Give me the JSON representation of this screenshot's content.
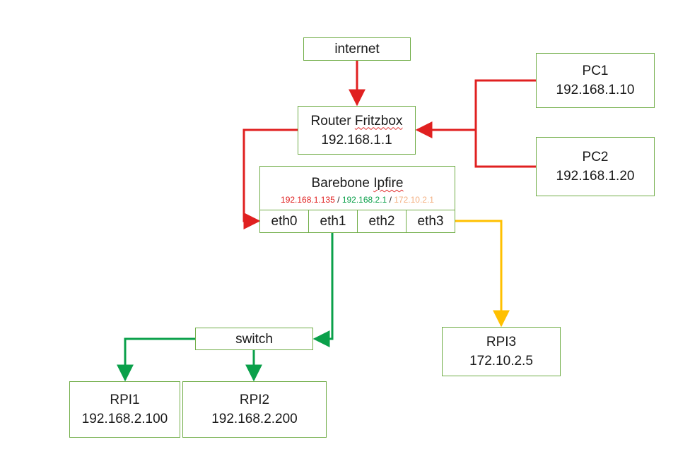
{
  "nodes": {
    "internet": {
      "label": "internet"
    },
    "router": {
      "name_prefix": "Router",
      "name_suffix": "Fritzbox",
      "ip": "192.168.1.1"
    },
    "pc1": {
      "name": "PC1",
      "ip": "192.168.1.10"
    },
    "pc2": {
      "name": "PC2",
      "ip": "192.168.1.20"
    },
    "barebone": {
      "name_prefix": "Barebone",
      "name_suffix": "Ipfire",
      "ip_red": "192.168.1.135",
      "ip_green": "192.168.2.1",
      "ip_orange": "172.10.2.1",
      "separator": "/",
      "ports": [
        "eth0",
        "eth1",
        "eth2",
        "eth3"
      ]
    },
    "switch": {
      "label": "switch"
    },
    "rpi1": {
      "name": "RPI1",
      "ip": "192.168.2.100"
    },
    "rpi2": {
      "name": "RPI2",
      "ip": "192.168.2.200"
    },
    "rpi3": {
      "name": "RPI3",
      "ip": "172.10.2.5"
    }
  },
  "colors": {
    "box_border": "#70ad47",
    "red_link": "#e02020",
    "green_link": "#0aa04a",
    "orange_link": "#f4b183",
    "yellow_link": "#ffc000"
  }
}
